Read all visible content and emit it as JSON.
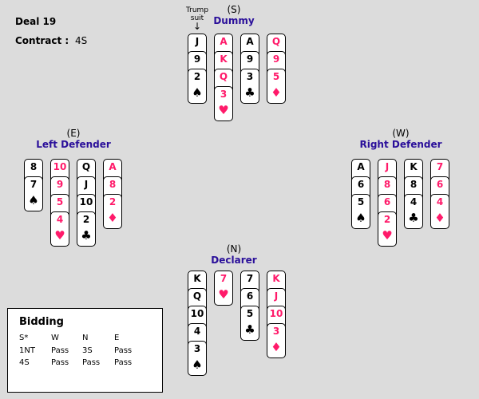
{
  "deal": {
    "label": "Deal 19",
    "contract_label": "Contract :",
    "contract": "4S"
  },
  "trump_note": {
    "text1": "Trump",
    "text2": "suit",
    "arrow": "↓"
  },
  "colors": {
    "red": "#ff1a6a",
    "role": "#2a0f9a"
  },
  "hands": [
    {
      "id": "dummy",
      "seat": "(S)",
      "role": "Dummy",
      "suits": [
        {
          "suit": "spades",
          "symbol": "♠",
          "ranks": [
            "J",
            "9",
            "2"
          ]
        },
        {
          "suit": "hearts",
          "symbol": "♥",
          "ranks": [
            "A",
            "K",
            "Q",
            "3"
          ]
        },
        {
          "suit": "clubs",
          "symbol": "♣",
          "ranks": [
            "A",
            "9",
            "3"
          ]
        },
        {
          "suit": "diamonds",
          "symbol": "♦",
          "ranks": [
            "Q",
            "9",
            "5"
          ]
        }
      ]
    },
    {
      "id": "left-defender",
      "seat": "(E)",
      "role": "Left Defender",
      "suits": [
        {
          "suit": "spades",
          "symbol": "♠",
          "ranks": [
            "8",
            "7"
          ]
        },
        {
          "suit": "hearts",
          "symbol": "♥",
          "ranks": [
            "10",
            "9",
            "5",
            "4"
          ]
        },
        {
          "suit": "clubs",
          "symbol": "♣",
          "ranks": [
            "Q",
            "J",
            "10",
            "2"
          ]
        },
        {
          "suit": "diamonds",
          "symbol": "♦",
          "ranks": [
            "A",
            "8",
            "2"
          ]
        }
      ]
    },
    {
      "id": "right-defender",
      "seat": "(W)",
      "role": "Right Defender",
      "suits": [
        {
          "suit": "spades",
          "symbol": "♠",
          "ranks": [
            "A",
            "6",
            "5"
          ]
        },
        {
          "suit": "hearts",
          "symbol": "♥",
          "ranks": [
            "J",
            "8",
            "6",
            "2"
          ]
        },
        {
          "suit": "clubs",
          "symbol": "♣",
          "ranks": [
            "K",
            "8",
            "4"
          ]
        },
        {
          "suit": "diamonds",
          "symbol": "♦",
          "ranks": [
            "7",
            "6",
            "4"
          ]
        }
      ]
    },
    {
      "id": "declarer",
      "seat": "(N)",
      "role": "Declarer",
      "suits": [
        {
          "suit": "spades",
          "symbol": "♠",
          "ranks": [
            "K",
            "Q",
            "10",
            "4",
            "3"
          ]
        },
        {
          "suit": "hearts",
          "symbol": "♥",
          "ranks": [
            "7"
          ]
        },
        {
          "suit": "clubs",
          "symbol": "♣",
          "ranks": [
            "7",
            "6",
            "5"
          ]
        },
        {
          "suit": "diamonds",
          "symbol": "♦",
          "ranks": [
            "K",
            "J",
            "10",
            "3"
          ]
        }
      ]
    }
  ],
  "bidding": {
    "title": "Bidding",
    "headers": [
      "S*",
      "W",
      "N",
      "E"
    ],
    "rows": [
      [
        "1NT",
        "Pass",
        "3S",
        "Pass"
      ],
      [
        "4S",
        "Pass",
        "Pass",
        "Pass"
      ]
    ]
  }
}
